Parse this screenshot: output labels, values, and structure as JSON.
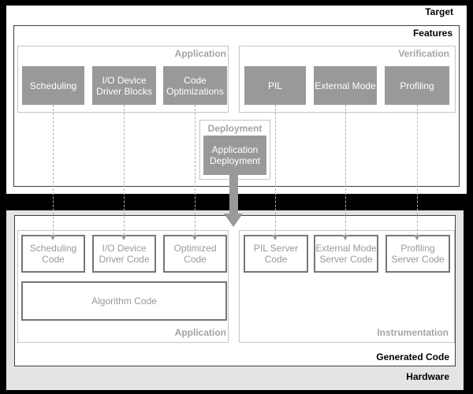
{
  "colors": {
    "background": "#000000",
    "panel_white": "#ffffff",
    "panel_gray": "#e4e4e4",
    "block_fill": "#97999b",
    "block_text": "#ffffff",
    "muted_text": "#97999b",
    "group_label": "#a2a4a6",
    "group_border": "#c5c5c5",
    "dark_border": "#404040",
    "dashed_line": "#b0b0b0"
  },
  "target": {
    "label": "Target",
    "features": {
      "label": "Features",
      "application": {
        "label": "Application",
        "blocks": [
          "Scheduling",
          "I/O Device Driver Blocks",
          "Code Optimizations"
        ]
      },
      "verification": {
        "label": "Verification",
        "blocks": [
          "PIL",
          "External Mode",
          "Profiling"
        ]
      },
      "deployment": {
        "label": "Deployment",
        "block": "Application Deployment"
      }
    }
  },
  "hardware": {
    "label": "Hardware",
    "generated_code": {
      "label": "Generated Code",
      "application": {
        "label": "Application",
        "blocks": [
          "Scheduling Code",
          "I/O Device Driver Code",
          "Optimized Code"
        ],
        "algorithm": "Algorithm Code"
      },
      "instrumentation": {
        "label": "Instrumentation",
        "blocks": [
          "PIL Server Code",
          "External Mode Server Code",
          "Profiling Server Code"
        ]
      }
    }
  }
}
